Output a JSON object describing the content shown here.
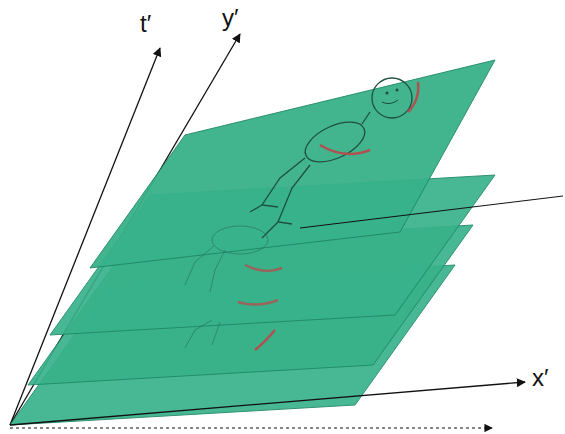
{
  "diagram": {
    "labels": [
      "t′",
      "y′",
      "x′"
    ]
  }
}
